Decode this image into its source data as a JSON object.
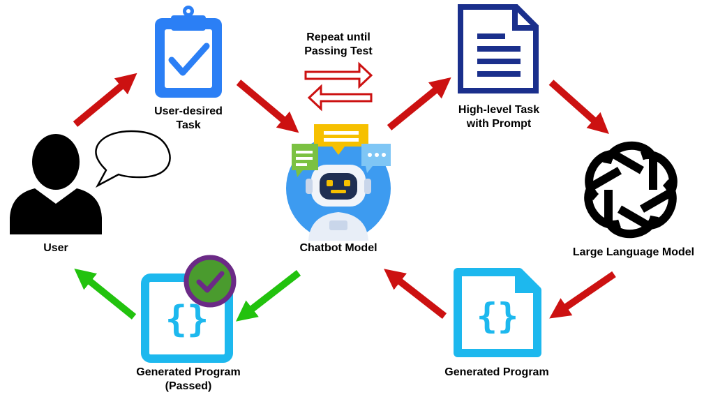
{
  "nodes": {
    "task": {
      "line1": "User-desired",
      "line2": "Task",
      "icon": "clipboard-check-icon"
    },
    "repeat": {
      "line1": "Repeat until",
      "line2": "Passing Test",
      "icon": "repeat-arrows-icon"
    },
    "prompt": {
      "line1": "High-level Task",
      "line2": "with Prompt",
      "icon": "document-icon"
    },
    "user": {
      "label": "User",
      "icon": "user-icon"
    },
    "chatbot": {
      "label": "Chatbot Model",
      "icon": "robot-icon"
    },
    "llm": {
      "label": "Large Language Model",
      "icon": "openai-logo-icon"
    },
    "passed": {
      "line1": "Generated Program",
      "line2": "(Passed)",
      "icon": "code-file-check-icon"
    },
    "program": {
      "label": "Generated Program",
      "icon": "code-file-icon"
    }
  },
  "colors": {
    "arrow_red": "#cc1111",
    "arrow_green": "#22c20e",
    "clipboard_blue": "#2b7ff5",
    "document_navy": "#1a2f8c",
    "code_cyan": "#1db8ee",
    "check_purple": "#6b2a86",
    "check_green": "#4a9b2e",
    "robot_bg": "#3d9bf0"
  }
}
